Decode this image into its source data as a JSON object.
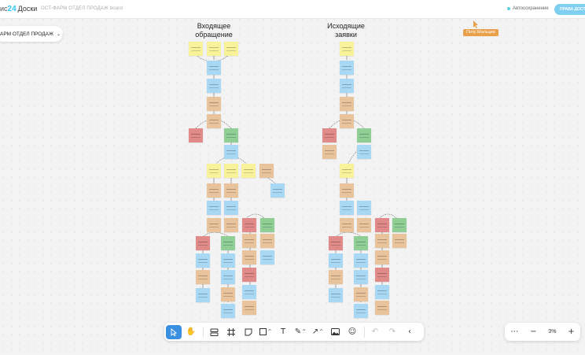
{
  "header": {
    "logo_prefix": "ис",
    "logo_number": "24",
    "logo_suffix": "Доски",
    "board_title": "ОСТ-ФАРМ ОТДЕЛ ПРОДАЖ board",
    "autosave": "Автосохранение",
    "access_button": "ПРАВА ДОСТ"
  },
  "dept_selector": {
    "label": "АРМ ОТДЕЛ ПРОДАЖ"
  },
  "columns": [
    {
      "title_line1": "Входящее",
      "title_line2": "обращение"
    },
    {
      "title_line1": "Исходящие",
      "title_line2": "заявки"
    }
  ],
  "collaborator": {
    "name": "Петр Мальцев",
    "color": "#e8a04a"
  },
  "toolbar": {
    "tools": [
      "select-icon",
      "hand-icon",
      "template-icon",
      "frame-icon",
      "sticky-note-icon",
      "shape-icon",
      "text-icon",
      "pen-icon",
      "connector-icon",
      "image-icon",
      "emoji-icon",
      "undo-icon",
      "redo-icon",
      "collapse-icon"
    ]
  },
  "zoom": {
    "value": "3%"
  },
  "colors": {
    "accent": "#3b8fe0",
    "yellow": "#f8f39a",
    "blue": "#a9d8f5",
    "orange": "#e8c39c",
    "red": "#e08a8a",
    "green": "#8fcf96"
  }
}
